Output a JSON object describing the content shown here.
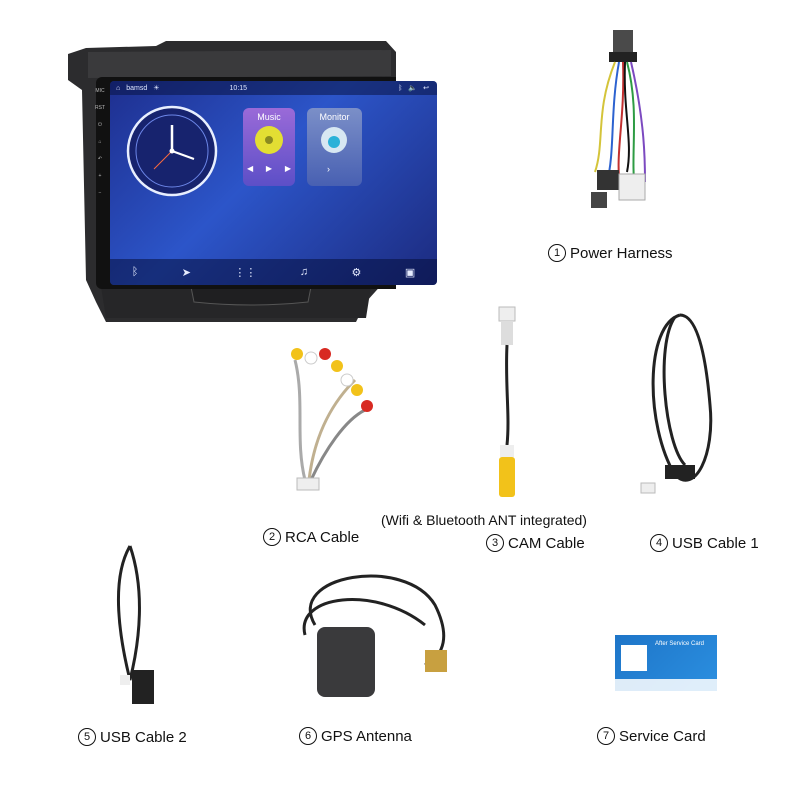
{
  "head_unit": {
    "status_time": "10:15",
    "status_left": "bamsd",
    "music_label": "Music",
    "monitor_label": "Monitor",
    "side_buttons": [
      "MIC",
      "RST"
    ]
  },
  "accessories": [
    {
      "num": "1",
      "label": "Power Harness"
    },
    {
      "num": "2",
      "label": "RCA Cable"
    },
    {
      "num": "3",
      "label": "CAM Cable"
    },
    {
      "num": "4",
      "label": "USB Cable 1"
    },
    {
      "num": "5",
      "label": "USB Cable 2"
    },
    {
      "num": "6",
      "label": "GPS Antenna"
    },
    {
      "num": "7",
      "label": "Service Card"
    }
  ],
  "cam_note": "(Wifi & Bluetooth ANT integrated)",
  "service_card_title": "After Service Card",
  "colors": {
    "screen": "#2c55c9",
    "bezel": "#2b2b2d",
    "rca_red": "#d82a22",
    "rca_yellow": "#f2c21a",
    "rca_white": "#f2f2f2",
    "gps_body": "#3a3a3c"
  }
}
